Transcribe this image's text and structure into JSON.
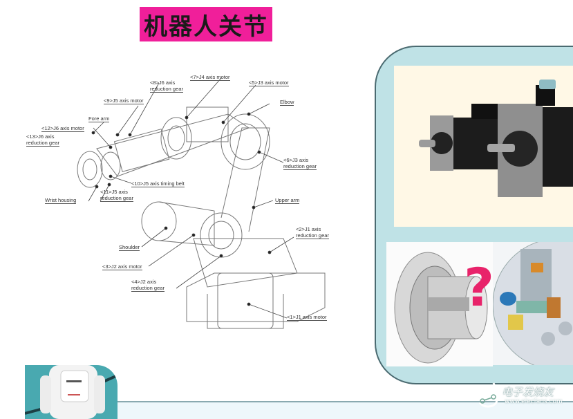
{
  "slide": {
    "title": "机器人关节",
    "title_color": "#f01f9a"
  },
  "diagram": {
    "labels": {
      "j6_reduction_gear_8": "<8>J6 axis",
      "j6_reduction_gear_8b": "reduction gear",
      "j4_motor": "<7>J4 axis motor",
      "j3_motor": "<5>J3 axis motor",
      "j5_motor": "<9>J5 axis motor",
      "elbow": "Elbow",
      "fore_arm": "Fore arm",
      "j6_motor": "<12>J6 axis motor",
      "j6_reduction_gear_13": "<13>J6 axis",
      "j6_reduction_gear_13b": "reduction gear",
      "j3_reduction_gear": "<6>J3 axis",
      "j3_reduction_gearb": "reduction gear",
      "j5_timing_belt": "<10>J5 axis timing belt",
      "wrist_housing": "Wrist housing",
      "j5_reduction_gear": "<11>J5 axis",
      "j5_reduction_gearb": "reduction gear",
      "upper_arm": "Upper arm",
      "j1_reduction_gear": "<2>J1 axis",
      "j1_reduction_gearb": "reduction gear",
      "shoulder": "Shoulder",
      "j2_motor": "<3>J2 axis motor",
      "j2_reduction_gear": "<4>J2 axis",
      "j2_reduction_gearb": "reduction gear",
      "j1_motor": "<1>J1 axis motor"
    }
  },
  "right_panel": {
    "question_mark": "?",
    "question_color": "#e8236a"
  },
  "watermark": {
    "brand": "电子发烧友",
    "url": "www.elecfans.com"
  }
}
